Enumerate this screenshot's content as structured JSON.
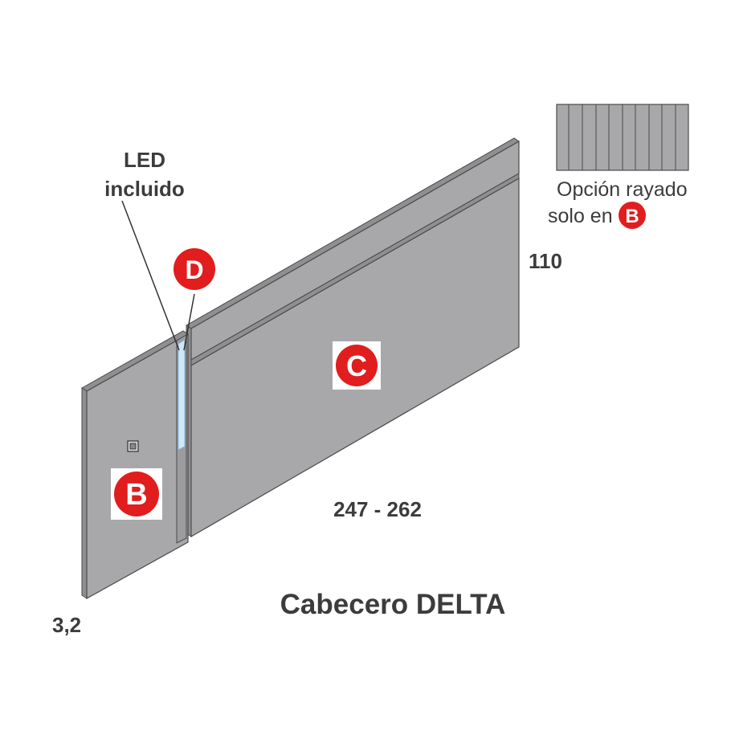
{
  "title": "Cabecero DELTA",
  "led_label": {
    "line1": "LED",
    "line2": "incluido"
  },
  "stripe_option": {
    "line1": "Opción rayado",
    "line2": "solo en"
  },
  "dimensions": {
    "height": "110",
    "width": "247 - 262",
    "depth": "3,2"
  },
  "parts": {
    "b": "B",
    "c": "C",
    "d": "D"
  },
  "colors": {
    "panel_face": "#a8a8ab",
    "panel_edge": "#8f8f92",
    "panel_outline": "#4a4a4a",
    "led_strip": "#cfe8f6",
    "badge_red": "#e11d1d",
    "text": "#3c3c3c"
  },
  "icons": {
    "switch": "light-switch-icon",
    "stripes": "striped-panel-swatch"
  }
}
